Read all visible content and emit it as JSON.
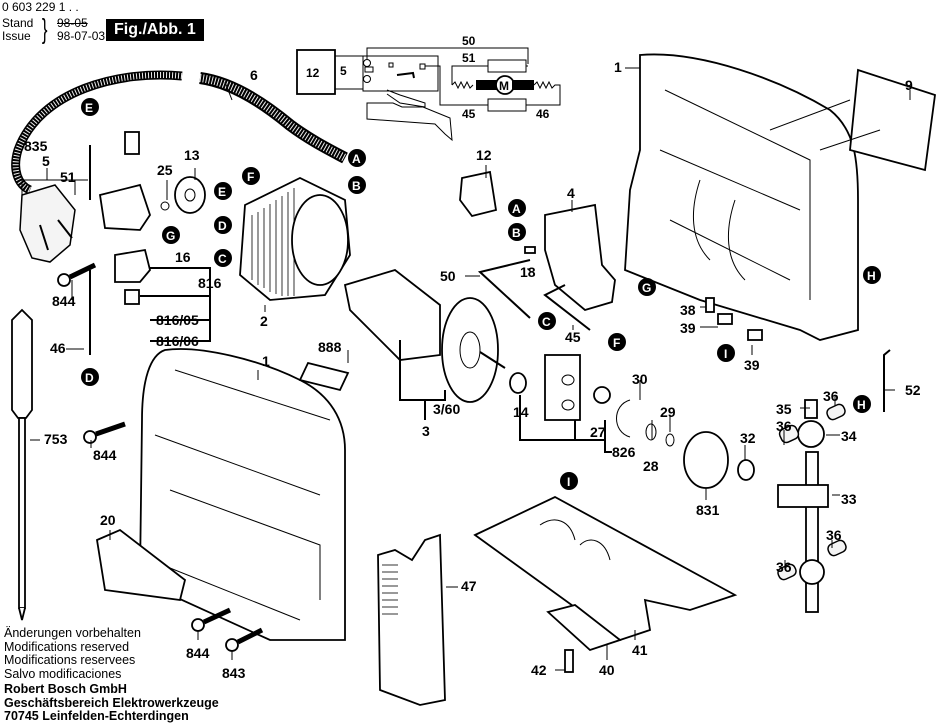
{
  "header": {
    "part_code": "0 603 229 1 . .",
    "stand_label": "Stand",
    "issue_label": "Issue",
    "old_date": "98-05",
    "issue_date": "98-07-03",
    "figure_label": "Fig./Abb. 1"
  },
  "wiring_diagram": {
    "box_label": "12",
    "terminal_label": "5",
    "wire_labels": [
      "50",
      "51",
      "45",
      "46"
    ],
    "motor_label": "M"
  },
  "part_labels": {
    "p1a": "1",
    "p1b": "1",
    "p2": "2",
    "p3": "3",
    "p3_60": "3/60",
    "p4": "4",
    "p5": "5",
    "p6": "6",
    "p9": "9",
    "p12": "12",
    "p13": "13",
    "p14": "14",
    "p16": "16",
    "p18": "18",
    "p20": "20",
    "p25": "25",
    "p27": "27",
    "p28": "28",
    "p29": "29",
    "p30": "30",
    "p32": "32",
    "p33": "33",
    "p34": "34",
    "p35": "35",
    "p36a": "36",
    "p36b": "36",
    "p36c": "36",
    "p36d": "36",
    "p38": "38",
    "p39a": "39",
    "p39b": "39",
    "p40": "40",
    "p41": "41",
    "p42": "42",
    "p45": "45",
    "p46": "46",
    "p47": "47",
    "p50": "50",
    "p51": "51",
    "p52": "52",
    "p753": "753",
    "p816": "816",
    "p816_05": "816/05",
    "p816_06": "816/06",
    "p826": "826",
    "p831": "831",
    "p835": "835",
    "p843": "843",
    "p844a": "844",
    "p844b": "844",
    "p844c": "844",
    "p888": "888"
  },
  "callouts": {
    "A": "A",
    "B": "B",
    "C": "C",
    "D": "D",
    "E": "E",
    "F": "F",
    "G": "G",
    "H": "H",
    "I": "I"
  },
  "footer": {
    "notes": [
      "Änderungen vorbehalten",
      "Modifications reserved",
      "Modifications reservees",
      "Salvo modificaciones"
    ],
    "company": [
      "Robert Bosch GmbH",
      "Geschäftsbereich Elektrowerkzeuge",
      "70745 Leinfelden-Echterdingen"
    ]
  }
}
